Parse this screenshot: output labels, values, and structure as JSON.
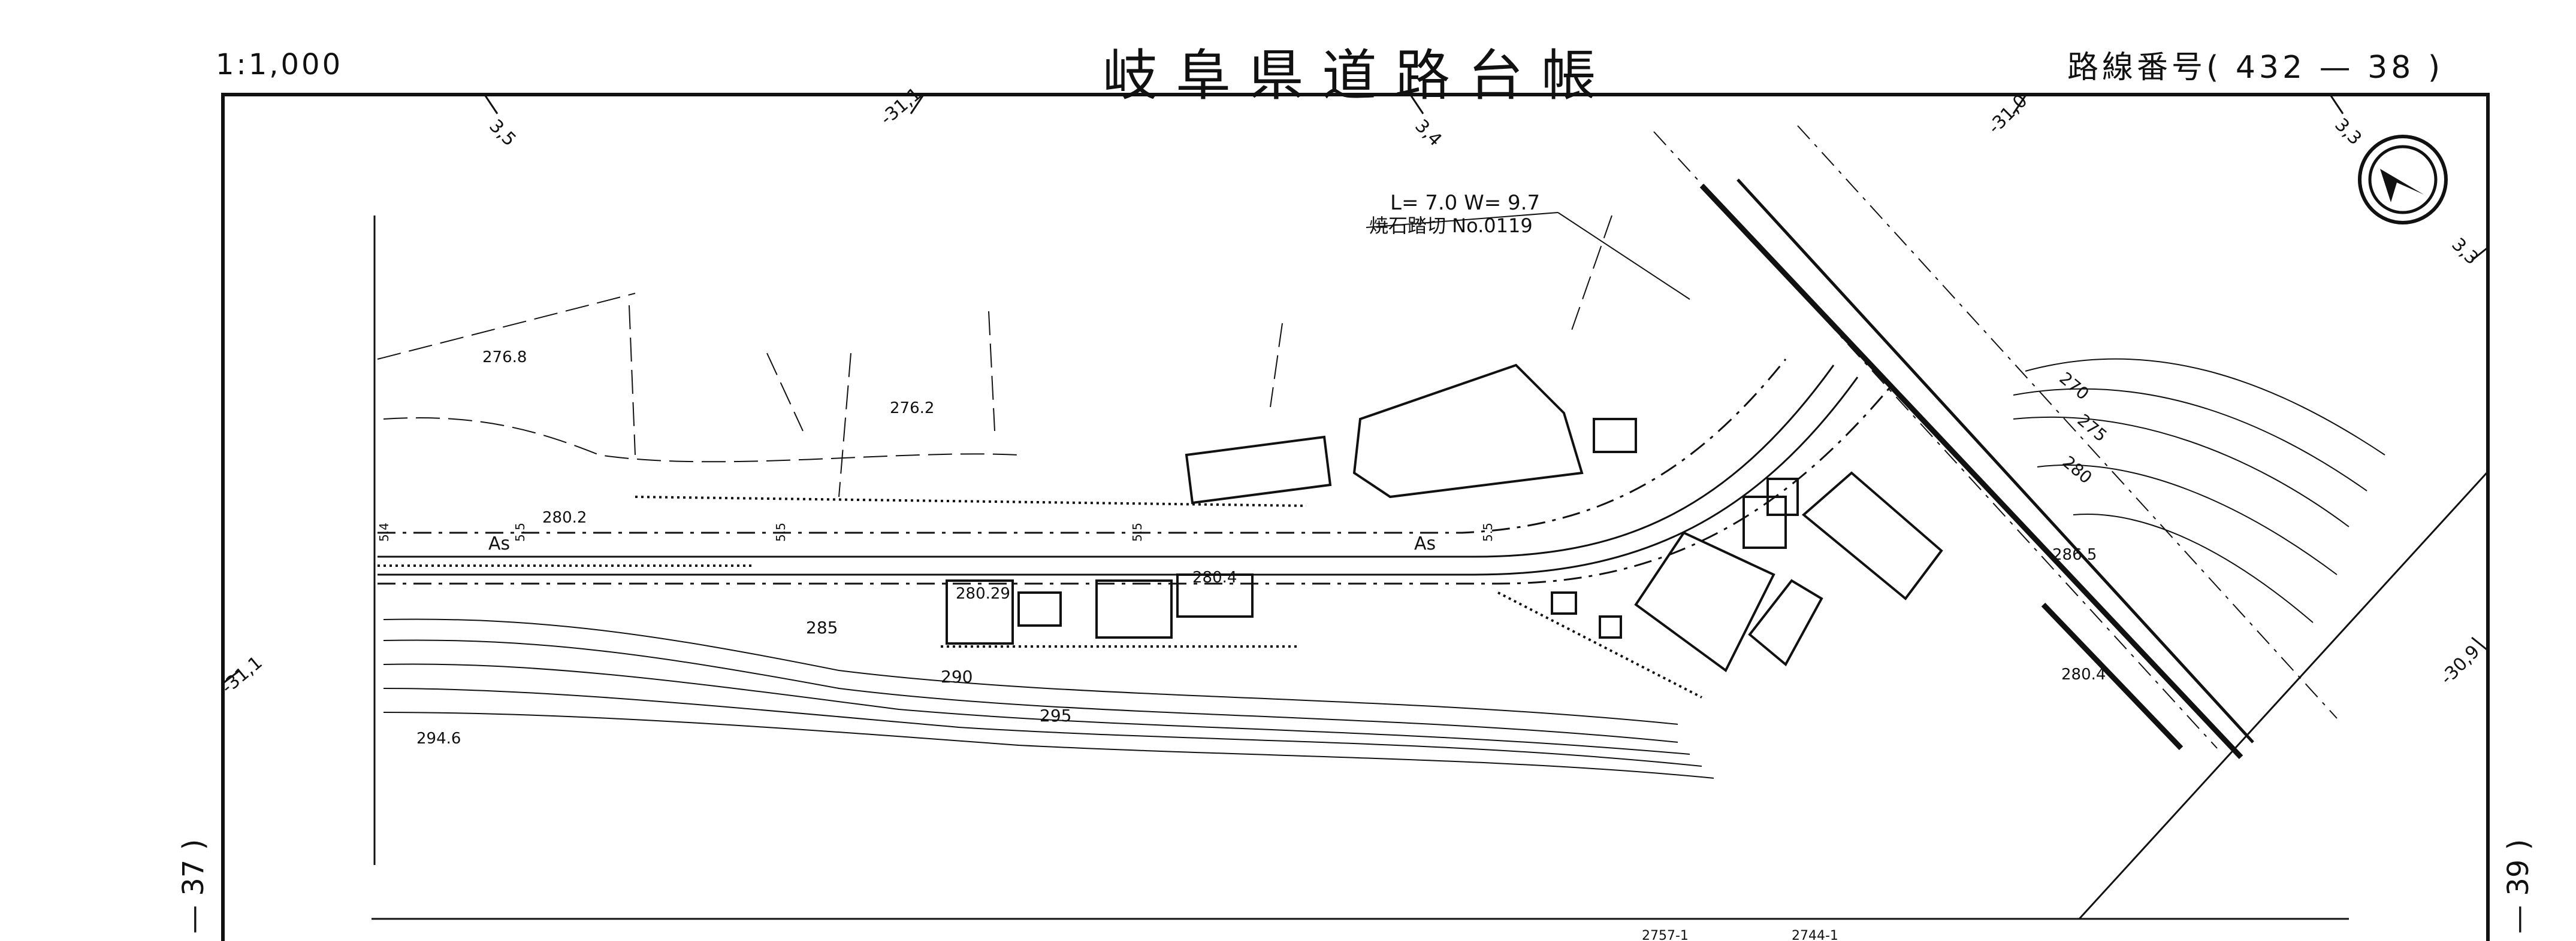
{
  "header": {
    "scale": "1:1,000",
    "title": "岐阜県道路台帳",
    "route_number": "路線番号( 432 — 38 )"
  },
  "adjacent_sheets": {
    "left": "— 37 )",
    "right": "— 39 )"
  },
  "map": {
    "border_ticks": [
      "3,5",
      "-31,1",
      "3,4",
      "-31,0",
      "3,3",
      "3,3",
      "-31,1",
      "-30,9"
    ],
    "bridge_label": {
      "dimensions": "L= 7.0  W= 9.7",
      "name": "焼石踏切 No.0119"
    },
    "elevation_points": [
      "276.8",
      "276.2",
      "280.2",
      "280.29",
      "280.4",
      "286.5",
      "280.4",
      "294.6"
    ],
    "contour_labels": [
      "285",
      "290",
      "295",
      "270",
      "275",
      "280"
    ],
    "surface_labels": [
      "As",
      "As"
    ],
    "width_labels": [
      "5.4",
      "5.5",
      "5.5",
      "5.5",
      "5.5"
    ],
    "bottom_parcels": [
      "2757-1",
      "2744-1"
    ],
    "north_arrow": "north-arrow-icon"
  }
}
